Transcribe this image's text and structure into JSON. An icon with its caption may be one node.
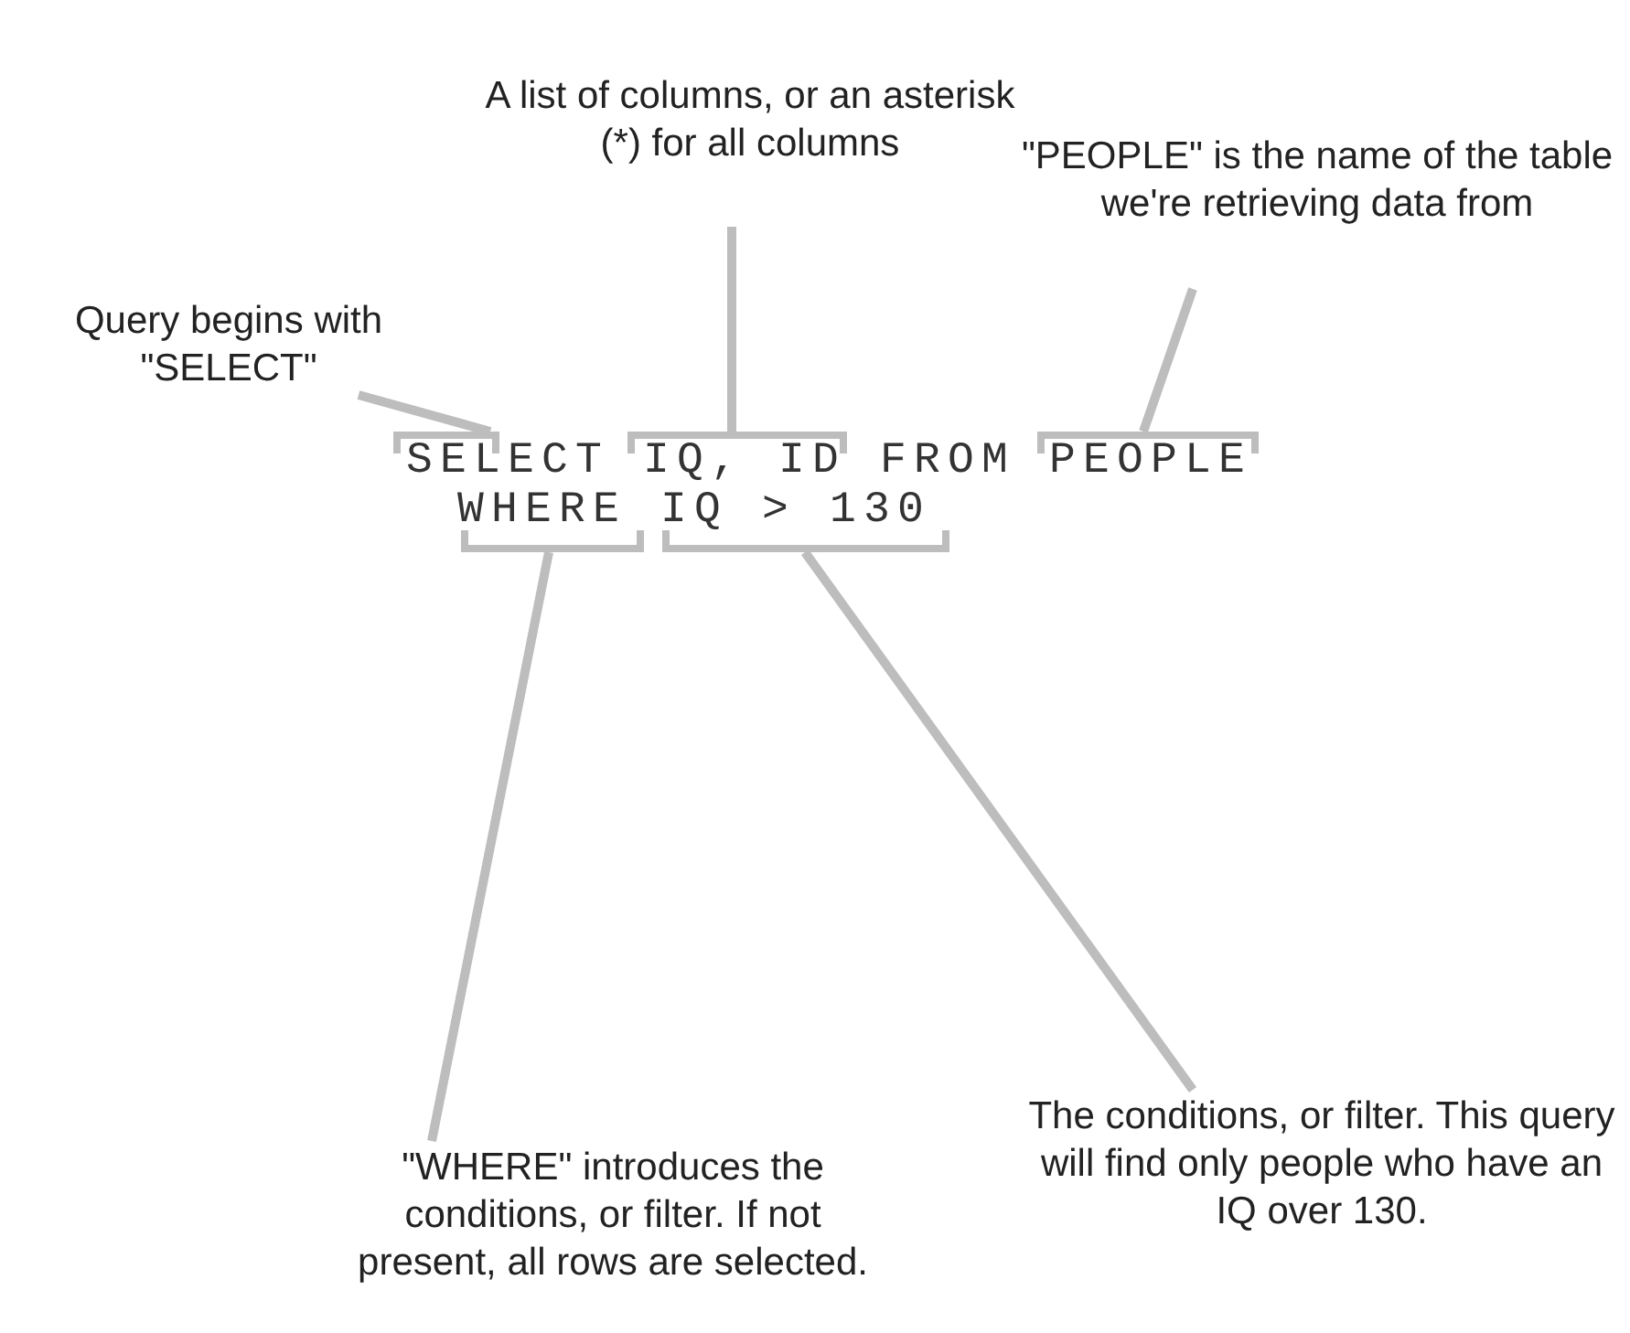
{
  "diagram": {
    "nodes": [
      {
        "text": [
          "A list of columns, or an asterisk (*) for all columns"
        ]
      },
      {
        "text": [
          "Query begins with \"SELECT\""
        ]
      },
      {
        "text": [
          "\"PEOPLE\" is the name of the table we're retrieving data from"
        ]
      },
      {
        "text": [],
        "shape": "bracket"
      },
      {
        "text": [],
        "shape": "bracket"
      },
      {
        "text": [],
        "shape": "bracket"
      },
      {
        "text": [],
        "shape": "bracket"
      },
      {
        "text": [],
        "shape": "bracket"
      },
      {
        "text": [
          "\"WHERE\" introduces the conditions, or filter. If not present, all rows are selected."
        ]
      },
      {
        "text": [
          "The conditions, or filter. This query will find only people who have an IQ over 130."
        ]
      }
    ],
    "edges": [
      {
        "from": 1,
        "to": 3,
        "arrow": "none"
      },
      {
        "from": 0,
        "to": 4,
        "arrow": "none"
      },
      {
        "from": 2,
        "to": 5,
        "arrow": "none"
      },
      {
        "from": 8,
        "to": 6,
        "arrow": "none"
      },
      {
        "from": 9,
        "to": 7,
        "arrow": "none"
      }
    ],
    "labels": [
      "SELECT IQ, ID FROM PEOPLE",
      "WHERE IQ > 130"
    ]
  }
}
